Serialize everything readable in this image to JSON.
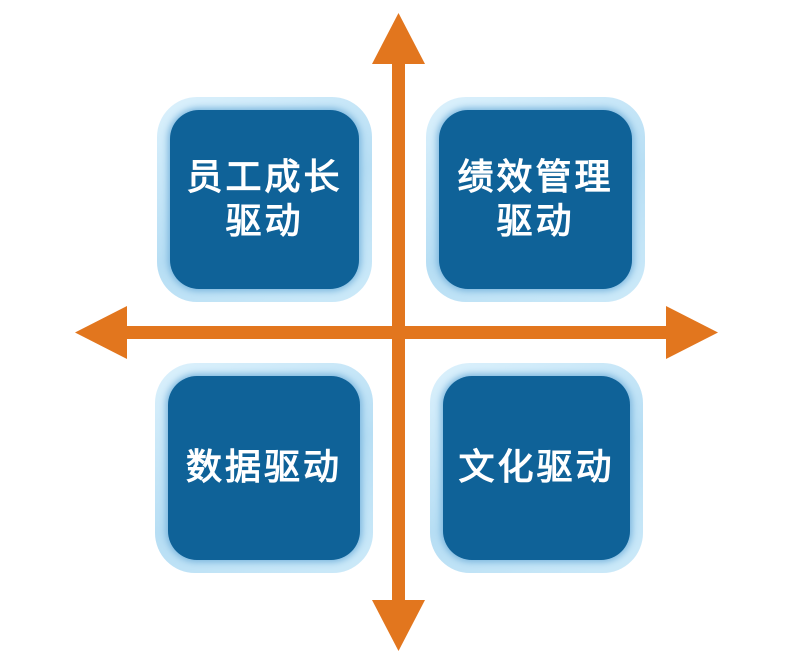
{
  "diagram": {
    "type": "quadrant-diagram",
    "quadrants": [
      {
        "id": "top-left",
        "lines": [
          "员工成长",
          "驱动"
        ]
      },
      {
        "id": "top-right",
        "lines": [
          "绩效管理",
          "驱动"
        ]
      },
      {
        "id": "bottom-left",
        "lines": [
          "数据驱动"
        ]
      },
      {
        "id": "bottom-right",
        "lines": [
          "文化驱动"
        ]
      }
    ],
    "axes": {
      "style": "four-headed orange cross",
      "arrowheads": [
        "up",
        "down",
        "left",
        "right"
      ]
    }
  },
  "colors": {
    "accent_orange": "#E2761E",
    "box_fill": "#0F6298",
    "box_border_light": "#CBE8F9",
    "box_border_mid": "#7AB5DD",
    "text_color": "#FFFFFF",
    "background": "#FFFFFF"
  }
}
